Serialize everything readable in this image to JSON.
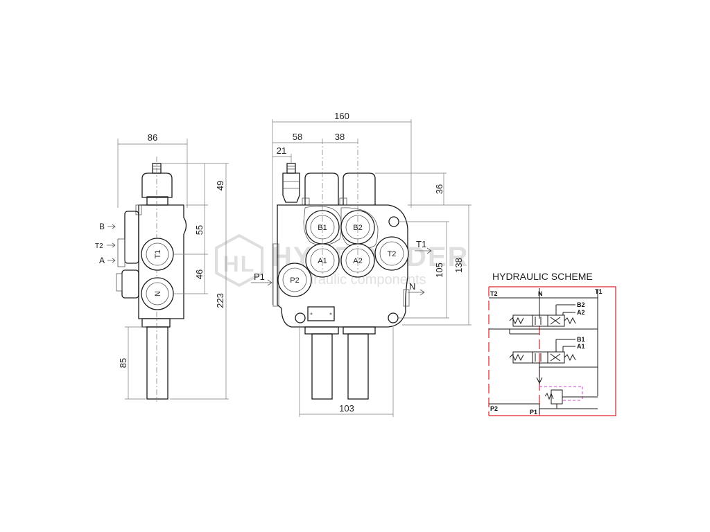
{
  "side_view": {
    "dims": {
      "width": "86",
      "top": "49",
      "mid1": "55",
      "mid2": "46",
      "total": "223",
      "shaft": "85"
    },
    "ports": {
      "t1": "T1",
      "n": "N"
    },
    "labels": {
      "b": "B",
      "t2": "T2",
      "a": "A"
    }
  },
  "front_view": {
    "dims": {
      "overall": "160",
      "d58": "58",
      "d38": "38",
      "d21": "21",
      "d36": "36",
      "d105": "105",
      "d138": "138",
      "d103": "103"
    },
    "ports": {
      "b1": "B1",
      "b2": "B2",
      "a1": "A1",
      "a2": "A2",
      "t2": "T2",
      "p2": "P2"
    },
    "labels": {
      "p1": "P1",
      "t1": "T1",
      "n": "N"
    }
  },
  "watermark": {
    "logo": "HL",
    "brand": "HYDROLIDER",
    "sub": "hydraulic components"
  },
  "scheme": {
    "title": "HYDRAULIC SCHEME",
    "labels": {
      "t2": "T2",
      "n": "N",
      "t1": "T1",
      "b2": "B2",
      "a2": "A2",
      "b1": "B1",
      "a1": "A1",
      "p2": "P2",
      "p1": "P1"
    }
  },
  "colors": {
    "line": "#1a1a1a",
    "frame": "#e0202a",
    "pilot": "#d040d0",
    "watermark": "#c8c8c8"
  }
}
